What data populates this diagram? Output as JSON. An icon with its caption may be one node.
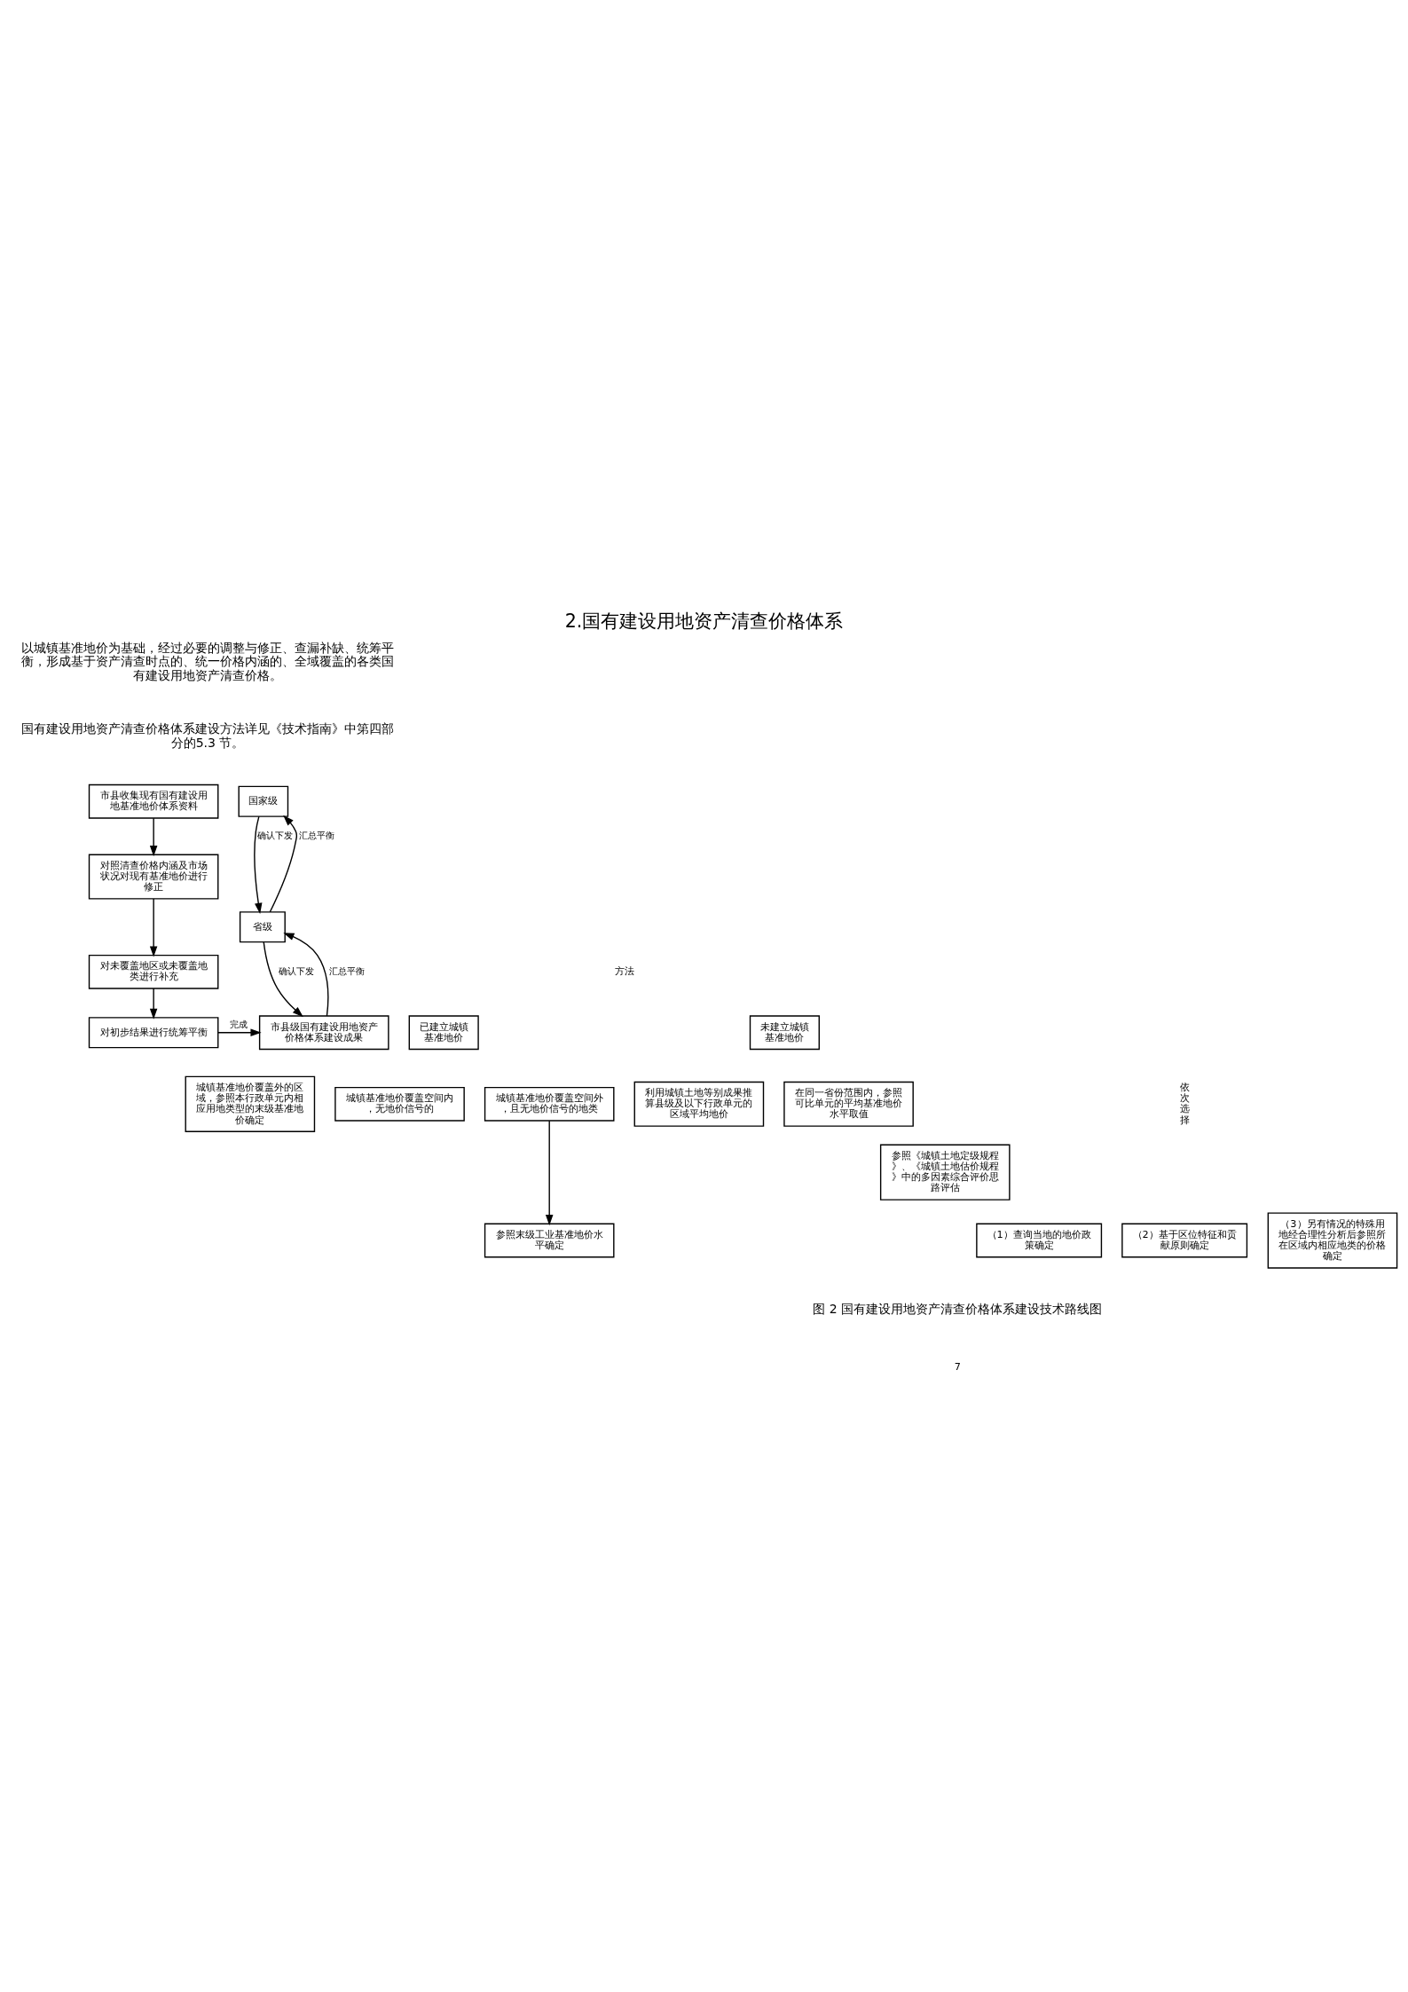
{
  "diagram": {
    "title": "2.国有建设用地资产清查价格体系",
    "caption": "图 2 国有建设用地资产清查价格体系建设技术路线图",
    "nodes": [
      {
        "text": [
          "市县收集现有国有建设用地基准地价体系资料"
        ]
      },
      {
        "text": [
          "国家级"
        ]
      },
      {
        "text": [
          "对照清查价格内涵及市场状况对现有基准地价进行修正"
        ]
      },
      {
        "text": [
          "省级"
        ]
      },
      {
        "text": [
          "对未覆盖地区或未覆盖地类进行补充"
        ]
      },
      {
        "text": [
          "市县级国有建设用地资产价格体系建设成果"
        ]
      },
      {
        "text": [
          "对初步结果进行统筹平衡"
        ]
      },
      {
        "text": [
          "已建立城镇基准地价"
        ]
      },
      {
        "text": [
          "城镇基准地价覆盖外的区域，参照本行政单元内相应用地类型的末级基准地价确定"
        ]
      },
      {
        "text": [
          "城镇基准地价覆盖空间内，无地价信号的"
        ]
      },
      {
        "text": [
          "（1）查询当地的地价政策确定"
        ]
      },
      {
        "text": [
          "（2）基于区位特征和贡献原则确定"
        ]
      },
      {
        "text": [
          "（3）另有情况的特殊用地经合理性分析后参照所在区域内相应地类的价格确定"
        ]
      },
      {
        "text": [
          "城镇基准地价覆盖空间外，且无地价信号的地类"
        ]
      },
      {
        "text": [
          "参照末级工业基准地价水平确定"
        ]
      },
      {
        "text": [
          "未建立城镇基准地价"
        ]
      },
      {
        "text": [
          "利用城镇土地等别成果推算县级及以下行政单元的区域平均地价"
        ]
      },
      {
        "text": [
          "在同一省份范围内，参照可比单元的平均基准地价水平取值"
        ]
      },
      {
        "text": [
          "参照《城镇土地定级规程》、《城镇土地估价规程》中的多因素综合评价思路评估"
        ]
      }
    ],
    "edges": [
      {
        "from": 0,
        "to": 2,
        "arrow": "to"
      },
      {
        "from": 2,
        "to": 4,
        "arrow": "to"
      },
      {
        "from": 4,
        "to": 6,
        "arrow": "to"
      },
      {
        "from": 6,
        "to": 5,
        "arrow": "to",
        "label": "完成"
      },
      {
        "from": 1,
        "to": 3,
        "arrow": "to",
        "label": "确认下发"
      },
      {
        "from": 3,
        "to": 1,
        "arrow": "to",
        "label": "汇总平衡"
      },
      {
        "from": 3,
        "to": 5,
        "arrow": "to",
        "label": "确认下发"
      },
      {
        "from": 5,
        "to": 3,
        "arrow": "to",
        "label": "汇总平衡"
      },
      {
        "from": 13,
        "to": 14,
        "arrow": "to"
      }
    ],
    "labels": [
      "以城镇基准地价为基础，经过必要的调整与修正、查漏补缺、统筹平衡，形成基于资产清查时点的、统一价格内涵的、全域覆盖的各类国有建设用地资产清查价格。",
      "国有建设用地资产清查价格体系建设方法详见《技术指南》中第四部分的5.3 节。",
      "方法",
      "依次选择",
      "7"
    ]
  }
}
